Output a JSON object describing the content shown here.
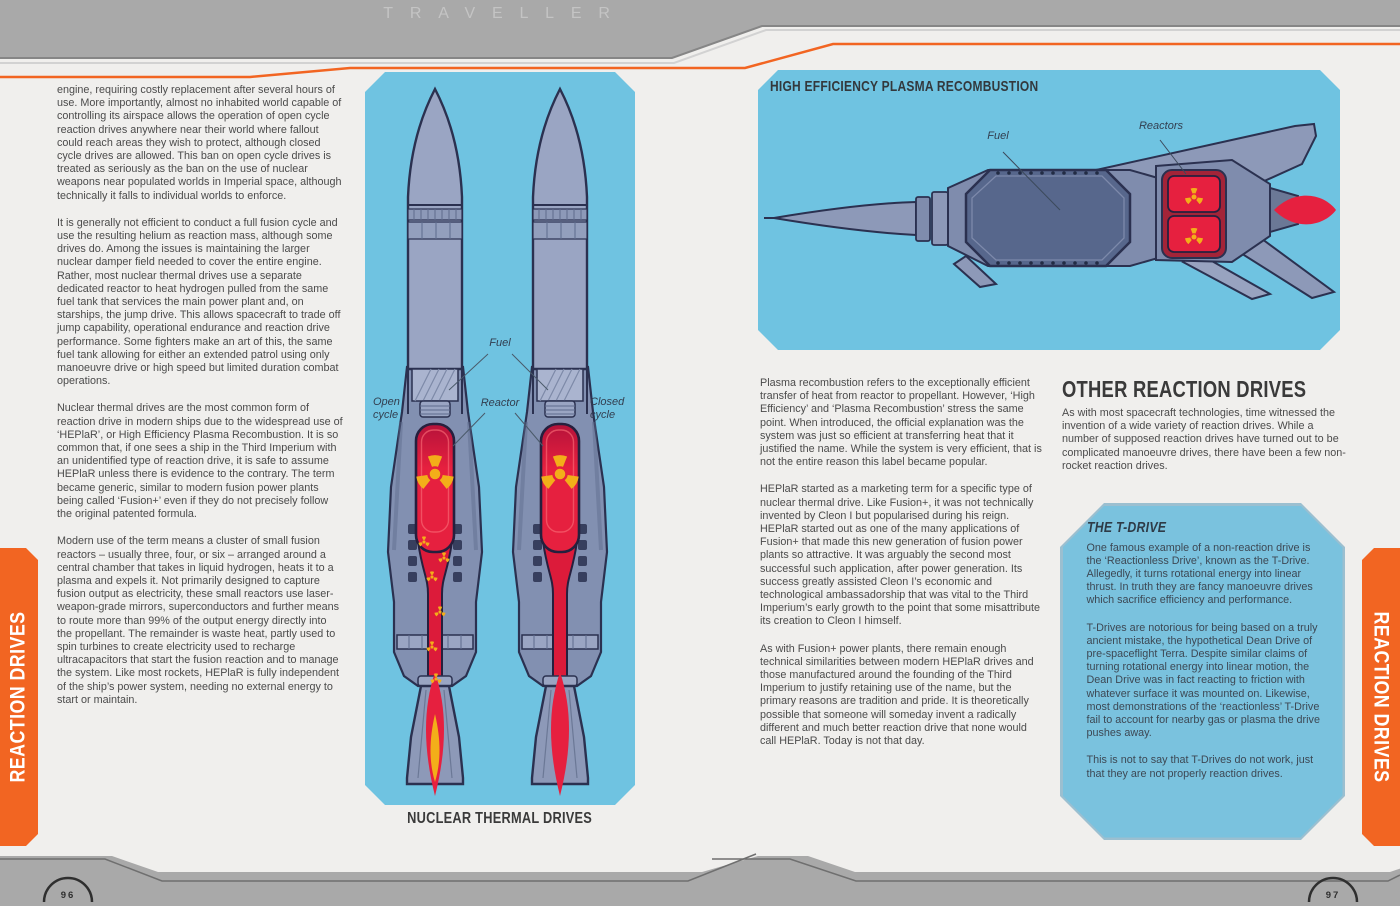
{
  "header": {
    "brand": "TRAVELLER"
  },
  "footer": {
    "left_page_number": "96",
    "right_page_number": "97"
  },
  "side_tabs": {
    "left": "REACTION DRIVES",
    "right": "REACTION DRIVES"
  },
  "left_page": {
    "paragraphs": [
      "engine, requiring costly replacement after several hours of use. More importantly, almost no inhabited world capable of controlling its airspace allows the operation of open cycle reaction drives anywhere near their world where fallout could reach areas they wish to protect, although closed cycle drives are allowed. This ban on open cycle drives is treated as seriously as the ban on the use of nuclear weapons near populated worlds in Imperial space, although technically it falls to individual worlds to enforce.",
      "It is generally not efficient to conduct a full fusion cycle and use the resulting helium as reaction mass, although some drives do. Among the issues is maintaining the larger nuclear damper field needed to cover the entire engine. Rather, most nuclear thermal drives use a separate dedicated reactor to heat hydrogen pulled from the same fuel tank that services the main power plant and, on starships, the jump drive. This allows spacecraft to trade off jump capability, operational endurance and reaction drive performance. Some fighters make an art of this, the same fuel tank allowing for either an extended patrol using only manoeuvre drive or high speed but limited duration combat operations.",
      "Nuclear thermal drives are the most common form of reaction drive in modern ships due to the widespread use of ‘HEPlaR’, or High Efficiency Plasma Recombustion. It is so common that, if one sees a ship in the Third Imperium with an unidentified type of reaction drive, it is safe to assume HEPlaR unless there is evidence to the contrary. The term became generic, similar to modern fusion power plants being called ‘Fusion+’ even if they do not precisely follow the original patented formula.",
      "Modern use of the term means a cluster of small fusion reactors – usually three, four, or six – arranged around a central chamber that takes in liquid hydrogen, heats it to a plasma and expels it. Not primarily designed to capture fusion output as electricity, these small reactors use laser-weapon-grade mirrors, superconductors and further means to route more than 99% of the output energy directly into the propellant. The remainder is waste heat, partly used to spin turbines to create electricity used to recharge ultracapacitors that start the fusion reaction and to manage the system. Like most rockets, HEPlaR is fully independent of the ship’s power system, needing no external energy to start or maintain."
    ],
    "diagram": {
      "caption": "NUCLEAR THERMAL DRIVES",
      "label_fuel": "Fuel",
      "label_reactor": "Reactor",
      "label_open_cycle": "Open cycle",
      "label_closed_cycle": "Closed cycle"
    }
  },
  "right_page": {
    "plasma_panel": {
      "title": "HIGH EFFICIENCY PLASMA RECOMBUSTION",
      "label_fuel": "Fuel",
      "label_reactors": "Reactors"
    },
    "column_paragraphs": [
      "Plasma recombustion refers to the exceptionally efficient transfer of heat from reactor to propellant. However, ‘High Efficiency’ and ‘Plasma Recombustion’ stress the same point. When introduced, the official explanation was the system was just so efficient at transferring heat that it justified the name. While the system is very efficient, that is not the entire reason this label became popular.",
      "HEPlaR started as a marketing term for a specific type of nuclear thermal drive. Like Fusion+, it was not technically invented by Cleon I but popularised during his reign. HEPlaR started out as one of the many applications of Fusion+ that made this new generation of fusion power plants so attractive. It was arguably the second most successful such application, after power generation. Its success greatly assisted Cleon I’s economic and technological ambassadorship that was vital to the Third Imperium’s early growth to the point that some misattribute its creation to Cleon I himself.",
      "As with Fusion+ power plants, there remain enough technical similarities between modern HEPlaR drives and those manufactured around the founding of the Third Imperium to justify retaining use of the name, but the primary reasons are tradition and pride. It is theoretically possible that someone will someday invent a radically different and much better reaction drive that none would call HEPlaR. Today is not that day."
    ],
    "other_drives": {
      "heading": "OTHER REACTION DRIVES",
      "intro": "As with most spacecraft technologies, time witnessed the invention of a wide variety of reaction drives. While a number of supposed reaction drives have turned out to be complicated manoeuvre drives, there have been a few non-rocket reaction drives."
    },
    "tdrive_box": {
      "heading": "THE T-DRIVE",
      "paragraphs": [
        "One famous example of a non-reaction drive is the ‘Reactionless Drive’, known as the T-Drive. Allegedly, it turns rotational energy into linear thrust. In truth they are fancy manoeuvre drives which sacrifice efficiency and performance.",
        "T-Drives are notorious for being based on a truly ancient mistake, the hypothetical Dean Drive of pre-spaceflight Terra. Despite similar claims of turning rotational energy into linear motion, the Dean Drive was in fact reacting to friction with whatever surface it was mounted on. Likewise, most demonstrations of the ‘reactionless’ T-Drive fail to account for nearby gas or plasma the drive pushes away.",
        "This is not to say that T-Drives do not work, just that they are not properly reaction drives."
      ]
    }
  },
  "colors": {
    "accent_orange": "#f26522",
    "panel_blue": "#6fc3e1",
    "header_gray": "#a9a9a9",
    "reactor_red": "#e6203f",
    "radiation_yellow": "#f3ae19",
    "text_dark": "#4b4b4b"
  }
}
